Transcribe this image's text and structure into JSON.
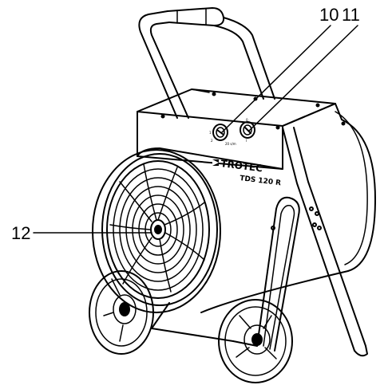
{
  "figure": {
    "callouts": {
      "c10": "10",
      "c11": "11",
      "c12": "12"
    },
    "device": {
      "brand": "TROTEC",
      "model": "TDS 120 R"
    },
    "knob_marks": {
      "left_dial_a": "1",
      "left_dial_b": "2",
      "left_dial_c": "20 s/m",
      "right_dial_a": "0",
      "right_dial_b": "I"
    }
  }
}
